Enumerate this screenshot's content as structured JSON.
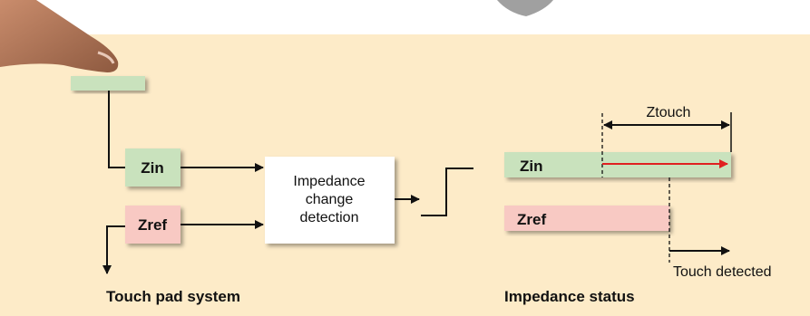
{
  "colors": {
    "panel_bg": "#fdebc8",
    "green_block": "#c9e2bd",
    "pink_block": "#f8c9c3",
    "finger_skin": "#b87a5a",
    "arrow_red": "#e02020",
    "line": "#111111"
  },
  "left": {
    "zin_label": "Zin",
    "zref_label": "Zref",
    "detector_label_lines": [
      "Impedance",
      "change",
      "detection"
    ],
    "caption": "Touch pad system"
  },
  "right": {
    "zin_label": "Zin",
    "zref_label": "Zref",
    "ztouch_label": "Ztouch",
    "touch_detected_label": "Touch detected",
    "caption": "Impedance status"
  },
  "icons": {
    "finger": "finger-icon",
    "touch_pad": "touch-pad-icon"
  }
}
